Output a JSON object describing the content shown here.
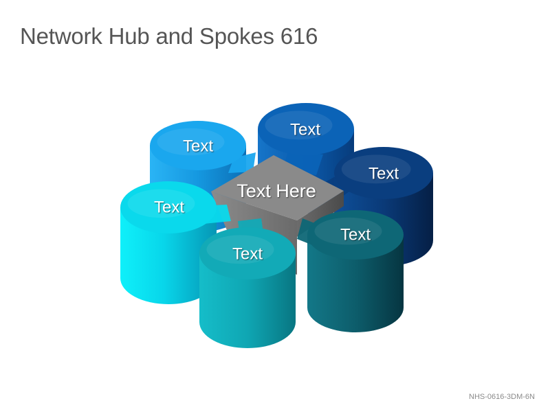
{
  "title": "Network Hub and Spokes 616",
  "code": "NHS-0616-3DM-6N",
  "hub": {
    "label": "Text Here",
    "color": "#8a8a8a"
  },
  "spokes": [
    {
      "label": "Text",
      "color": "#1aa7ee"
    },
    {
      "label": "Text",
      "color": "#0b63b7"
    },
    {
      "label": "Text",
      "color": "#0a3e7f"
    },
    {
      "label": "Text",
      "color": "#0ad9ec"
    },
    {
      "label": "Text",
      "color": "#0e6776"
    },
    {
      "label": "Text",
      "color": "#12aab7"
    }
  ]
}
